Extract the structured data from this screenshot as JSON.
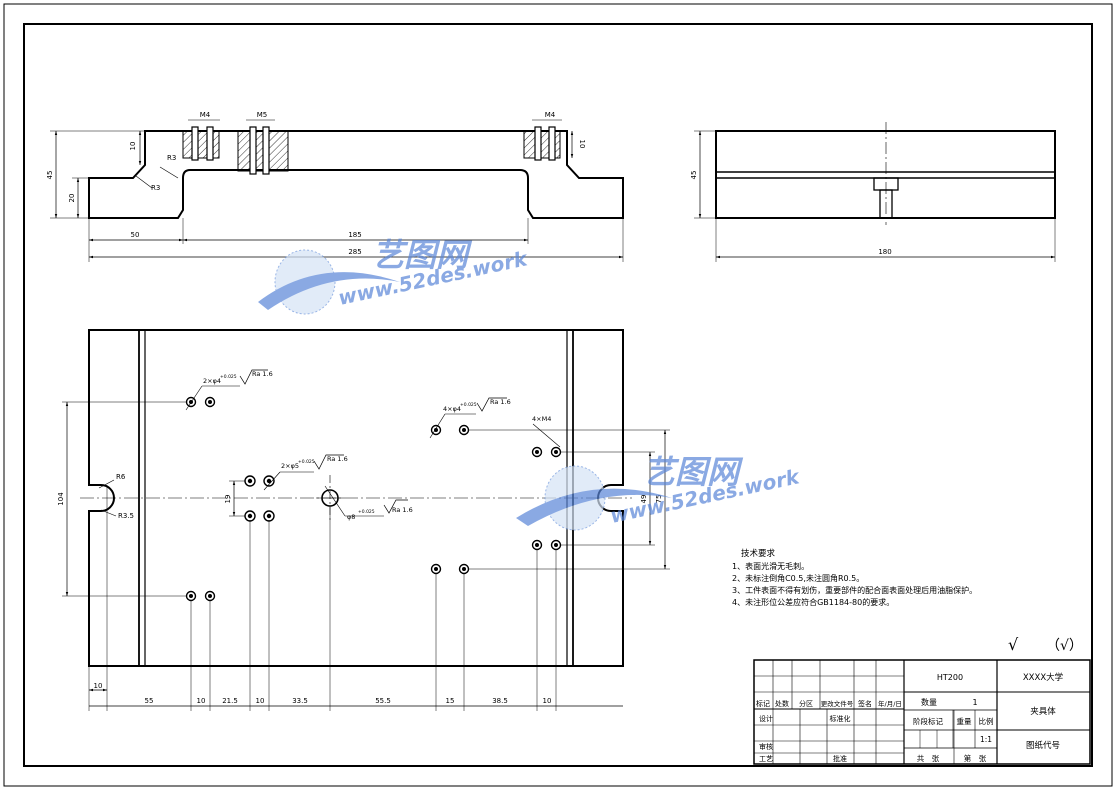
{
  "dims": {
    "front_m4_left": "M4",
    "front_m5": "M5",
    "front_m4_right": "M4",
    "front_10_left": "10",
    "front_10_right": "10",
    "front_r3_a": "R3",
    "front_r3_b": "R3",
    "front_45": "45",
    "front_20": "20",
    "front_50": "50",
    "front_185": "185",
    "front_285": "285",
    "side_45": "45",
    "side_180": "180",
    "plan_2x_phi4": "2×φ4",
    "plan_2x_phi4_tol": "+0.025",
    "plan_ra_a": "Ra 1.6",
    "plan_4x_phi4": "4×φ4",
    "plan_4x_phi4_tol": "+0.025",
    "plan_ra_b": "Ra 1.6",
    "plan_4xm4": "4×M4",
    "plan_2x_phi5": "2×φ5",
    "plan_2x_phi5_tol": "+0.025",
    "plan_ra_c": "Ra 1.6",
    "plan_phi8": "φ8",
    "plan_phi8_tol": "+0.025",
    "plan_ra_d": "Ra 1.6",
    "plan_r6": "R6",
    "plan_r35": "R3.5",
    "plan_104": "104",
    "plan_19": "19",
    "plan_49": "49",
    "plan_75": "75",
    "bottom": [
      "10",
      "55",
      "10",
      "21.5",
      "10",
      "33.5",
      "55.5",
      "15",
      "38.5",
      "10"
    ]
  },
  "watermark": {
    "cn": "艺图网",
    "url": "www.52des.work"
  },
  "notes": {
    "title": "技术要求",
    "items": [
      "1、表面光滑无毛刺。",
      "2、未标注倒角C0.5,未注圆角R0.5。",
      "3、工件表面不得有划伤，重要部件的配合面表面处理后用油脂保护。",
      "4、未注形位公差应符合GB1184-80的要求。"
    ]
  },
  "roughness": {
    "symbol": "√",
    "paren": "（√）"
  },
  "title_block": {
    "material": "HT200",
    "university": "XXXX大学",
    "part_name": "夹具体",
    "qty_label": "数量",
    "qty": "1",
    "stage_label": "阶段标记",
    "weight_label": "重量",
    "scale_label": "比例",
    "scale": "1:1",
    "drawing_no": "图纸代号",
    "total_sheets": "共　张",
    "sheet_no": "第　张",
    "rows": {
      "mark": "标记",
      "zones": "处数",
      "zone_val": "分区",
      "doc_no": "更改文件号",
      "sign": "签名",
      "date": "年/月/日",
      "design": "设计",
      "std": "标准化",
      "review": "审核",
      "process": "工艺",
      "approve": "批准"
    }
  }
}
